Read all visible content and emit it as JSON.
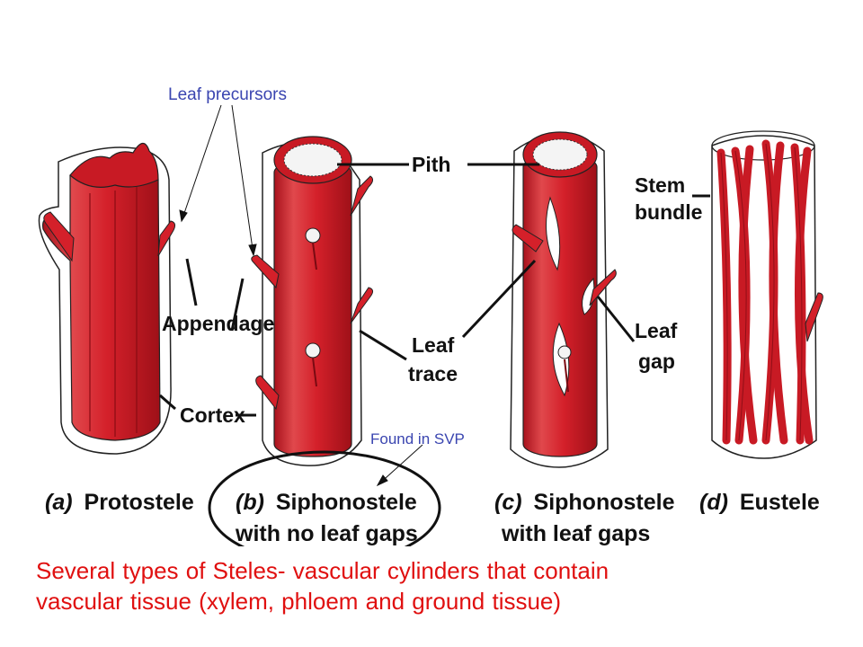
{
  "notes": {
    "leaf_precursors": "Leaf precursors",
    "found_in_svp": "Found in SVP"
  },
  "labels": {
    "pith": "Pith",
    "stem_bundle_1": "Stem",
    "stem_bundle_2": "bundle",
    "appendage": "Appendage",
    "cortex": "Cortex",
    "leaf_trace_1": "Leaf",
    "leaf_trace_2": "trace",
    "leaf_gap_1": "Leaf",
    "leaf_gap_2": "gap"
  },
  "panels": [
    {
      "letter": "(a)",
      "title": "Protostele",
      "subtitle": ""
    },
    {
      "letter": "(b)",
      "title": "Siphonostele",
      "subtitle": "with no leaf gaps"
    },
    {
      "letter": "(c)",
      "title": "Siphonostele",
      "subtitle": "with leaf gaps"
    },
    {
      "letter": "(d)",
      "title": "Eustele",
      "subtitle": ""
    }
  ],
  "caption": {
    "line1": "Several types of Steles- vascular cylinders that contain",
    "line2": "vascular tissue (xylem, phloem and ground tissue)"
  },
  "colors": {
    "stele_red": "#d4202a",
    "stele_dark": "#9e1018",
    "stele_light": "#ec6060",
    "pith": "#f4f4f4",
    "note_blue": "#3a45b0",
    "caption_red": "#e01010"
  }
}
